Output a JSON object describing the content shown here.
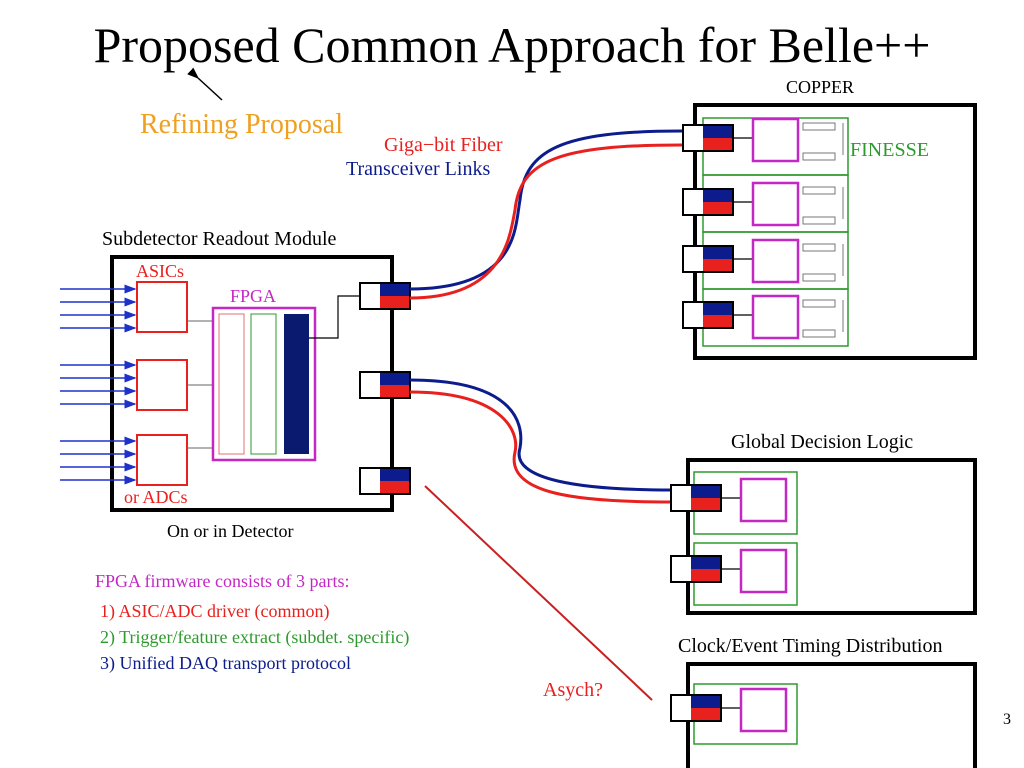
{
  "title": "Proposed Common Approach for Belle++",
  "refining_note": "Refining Proposal",
  "fiber_label_1": "Giga−bit Fiber",
  "fiber_label_2": "Transceiver Links",
  "copper": {
    "title": "COPPER",
    "finesse_label": "FINESSE"
  },
  "readout": {
    "title": "Subdetector Readout Module",
    "asics_label": "ASICs",
    "adcs_label": "or ADCs",
    "fpga_label": "FPGA",
    "location": "On or in Detector"
  },
  "gdl": {
    "title": "Global Decision Logic"
  },
  "clock": {
    "title": "Clock/Event Timing Distribution"
  },
  "asynch_label": "Asych?",
  "firmware": {
    "heading": "FPGA firmware consists of 3 parts:",
    "parts": [
      "1) ASIC/ADC driver (common)",
      "2) Trigger/feature extract (subdet. specific)",
      "3) Unified DAQ transport protocol"
    ]
  },
  "page_number": "3",
  "colors": {
    "red": "#e8201e",
    "blue": "#0c1c8c",
    "navy": "#0a1a6e",
    "green": "#2e9a2e",
    "magenta": "#c428c4",
    "orange": "#f0a020"
  }
}
